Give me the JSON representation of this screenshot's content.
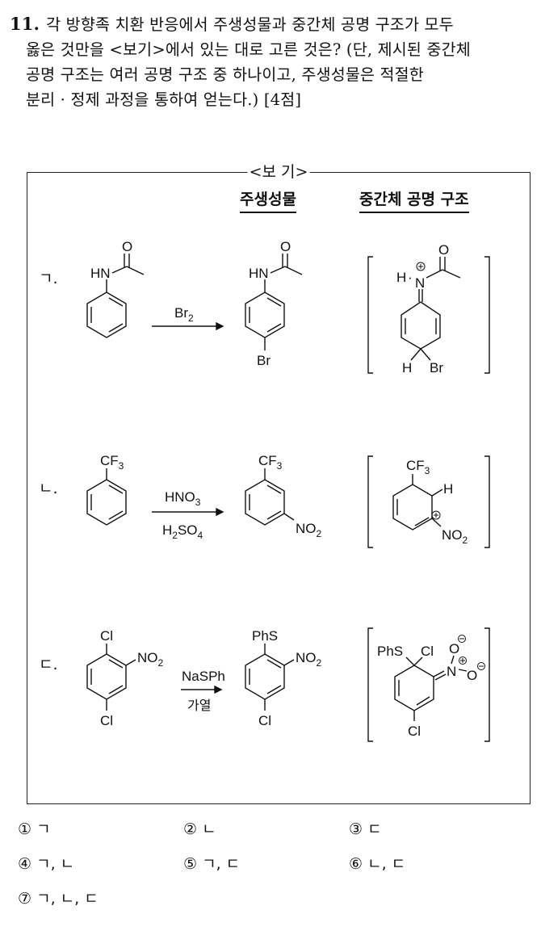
{
  "question": {
    "number": "11.",
    "lines": [
      "각 방향족 치환 반응에서 주생성물과 중간체 공명 구조가 모두",
      "옳은 것만을 <보기>에서 있는 대로 고른 것은? (단, 제시된 중간체",
      "공명 구조는 여러 공명 구조 중 하나이고, 주생성물은 적절한",
      "분리 · 정제 과정을 통하여 얻는다.) [4점]"
    ]
  },
  "bogi": {
    "title": "<보 기>",
    "headers": {
      "product": "주생성물",
      "intermediate": "중간체 공명 구조"
    },
    "rows": [
      {
        "label": "ㄱ.",
        "reactant": {
          "substituent": "HN",
          "acyl_o": "O"
        },
        "reagent_top": "Br",
        "reagent_top_sub": "2",
        "product": {
          "substituent": "HN",
          "acyl_o": "O",
          "para": "Br"
        },
        "intermediate": {
          "h": "H",
          "n": "N",
          "acyl_o": "O",
          "sp3_h": "H",
          "sp3_x": "Br"
        }
      },
      {
        "label": "ㄴ.",
        "reactant": {
          "substituent": "CF",
          "substituent_sub": "3"
        },
        "reagent_top": "HNO",
        "reagent_top_sub": "3",
        "reagent_bottom": "H",
        "reagent_bottom_sub1": "2",
        "reagent_bottom_mid": "SO",
        "reagent_bottom_sub2": "4",
        "product": {
          "substituent": "CF",
          "substituent_sub": "3",
          "meta": "NO",
          "meta_sub": "2"
        },
        "intermediate": {
          "substituent": "CF",
          "substituent_sub": "3",
          "h": "H",
          "group": "NO",
          "group_sub": "2"
        }
      },
      {
        "label": "ㄷ.",
        "reactant": {
          "top": "Cl",
          "ortho": "NO",
          "ortho_sub": "2",
          "bottom": "Cl"
        },
        "reagent_top": "NaSPh",
        "reagent_bottom": "가열",
        "product": {
          "top": "PhS",
          "ortho": "NO",
          "ortho_sub": "2",
          "bottom": "Cl"
        },
        "intermediate": {
          "phs": "PhS",
          "cl": "Cl",
          "n": "N",
          "o_top": "O",
          "o_right": "O",
          "bottom": "Cl"
        }
      }
    ]
  },
  "choices": [
    {
      "num": "①",
      "text": "ㄱ"
    },
    {
      "num": "②",
      "text": "ㄴ"
    },
    {
      "num": "③",
      "text": "ㄷ"
    },
    {
      "num": "④",
      "text": "ㄱ, ㄴ"
    },
    {
      "num": "⑤",
      "text": "ㄱ, ㄷ"
    },
    {
      "num": "⑥",
      "text": "ㄴ, ㄷ"
    },
    {
      "num": "⑦",
      "text": "ㄱ, ㄴ, ㄷ"
    }
  ]
}
